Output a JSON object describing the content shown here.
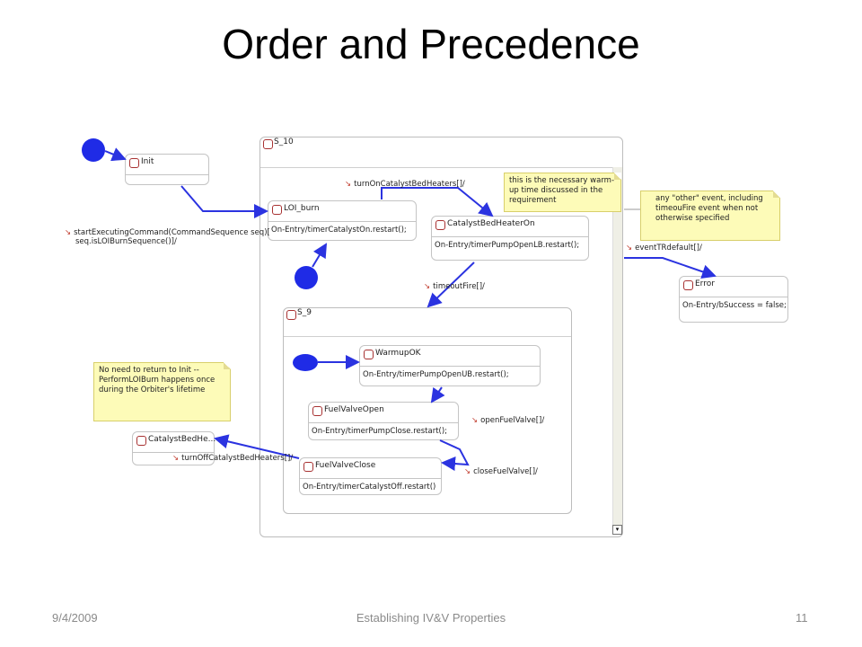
{
  "slide": {
    "title": "Order and Precedence",
    "footer_date": "9/4/2009",
    "footer_center": "Establishing IV&V Properties",
    "footer_page": "11"
  },
  "states": {
    "init": "Init",
    "s10": "S_10",
    "loi_burn": "LOI_burn",
    "loi_burn_action": "On-Entry/timerCatalystOn.restart();",
    "catalyst_on": "CatalystBedHeaterOn",
    "catalyst_on_action": "On-Entry/timerPumpOpenLB.restart();",
    "s9": "S_9",
    "warmup": "WarmupOK",
    "warmup_action": "On-Entry/timerPumpOpenUB.restart();",
    "fuel_open": "FuelValveOpen",
    "fuel_open_action": "On-Entry/timerPumpClose.restart();",
    "fuel_close": "FuelValveClose",
    "fuel_close_action": "On-Entry/timerCatalystOff.restart()",
    "catalyst_off": "CatalystBedHe...",
    "error": "Error",
    "error_action": "On-Entry/bSuccess = false;"
  },
  "transitions": {
    "start_cmd_line1": "startExecutingCommand(CommandSequence seq)[",
    "start_cmd_line2": "seq.isLOIBurnSequence()]/",
    "turn_on_heaters": "turnOnCatalystBedHeaters[]/",
    "timeout_fire": "timeoutFire[]/",
    "event_tr_default": "eventTRdefault[]/",
    "open_fuel_valve": "openFuelValve[]/",
    "close_fuel_valve": "closeFuelValve[]/",
    "turn_off_heaters": "turnOffCatalystBedHeaters[]/"
  },
  "notes": {
    "warmup_note": "this is the necessary warm-up time discussed in the requirement",
    "other_event_note": "any \"other\" event, including timeouFire event when not otherwise specified",
    "no_return_note": "No need to return to Init -- PerformLOIBurn happens once during the Orbiter's lifetime"
  },
  "colors": {
    "arrow": "#2b33e0",
    "initial_dot": "#1f2be6",
    "note_bg": "#fdfbb8"
  }
}
